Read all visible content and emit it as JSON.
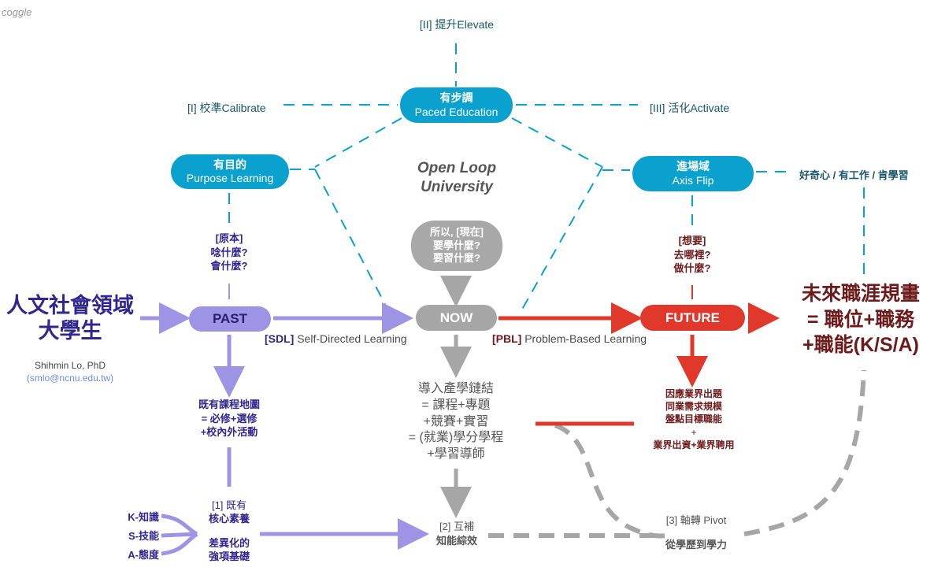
{
  "watermark": "coggle",
  "top": {
    "elevate": "[II] 提升Elevate",
    "calibrate": "[I] 校準Calibrate",
    "activate": "[III] 活化Activate",
    "curiosity": "好奇心 / 有工作 / 肯學習"
  },
  "pills": {
    "paced": {
      "zh": "有步調",
      "en": "Paced Education"
    },
    "purpose": {
      "zh": "有目的",
      "en": "Purpose Learning"
    },
    "axis": {
      "zh": "進場域",
      "en": "Axis Flip"
    }
  },
  "center_title": {
    "line1": "Open Loop",
    "line2": "University"
  },
  "now_bubble": {
    "line1": "所以, [現在]",
    "line2": "要學什麼?",
    "line3": "要習什麼?"
  },
  "past_question": {
    "line1": "[原本]",
    "line2": "唸什麼?",
    "line3": "會什麼?"
  },
  "future_question": {
    "line1": "[想要]",
    "line2": "去哪裡?",
    "line3": "做什麼?"
  },
  "left_title": {
    "line1": "人文社會領域",
    "line2": "大學生"
  },
  "author": {
    "name": "Shihmin Lo, PhD",
    "email": "(smlo@ncnu.edu.tw)"
  },
  "nodes": {
    "past": "PAST",
    "now": "NOW",
    "future": "FUTURE"
  },
  "sdl": {
    "tag": "[SDL]",
    "text": "Self-Directed Learning"
  },
  "pbl": {
    "tag": "[PBL]",
    "text": "Problem-Based Learning"
  },
  "right_title": {
    "line1": "未來職涯規畫",
    "line2": "= 職位+職務",
    "line3": "+職能(K/S/A)"
  },
  "curriculum": {
    "line1": "既有課程地圖",
    "line2": "= 必修+選修",
    "line3": "+校內外活動"
  },
  "industry_link": {
    "line1": "導入產學鏈結",
    "line2": "= 課程+專題",
    "line3": "+競賽+實習",
    "line4": "= (就業)學分學程",
    "line5": "+學習導師"
  },
  "industry_needs": {
    "line1": "因應業界出題",
    "line2": "同業需求規模",
    "line3": "盤點目標職能",
    "line4": "+",
    "line5": "業界出資+業界聘用"
  },
  "ksa": {
    "k": "K-知識",
    "s": "S-技能",
    "a": "A-態度"
  },
  "step1": {
    "line1": "[1] 既有",
    "line2": "核心素養",
    "line3": "差異化的",
    "line4": "強項基礎"
  },
  "step2": {
    "line1": "[2] 互補",
    "line2": "知能綜效"
  },
  "step3": {
    "line1": "[3] 軸轉 Pivot",
    "line2": "從學歷到學力"
  },
  "colors": {
    "blue": "#0aa1cf",
    "purple": "#9d94e6",
    "gray": "#a6a6a6",
    "red": "#e0392b",
    "teal": "#18566c",
    "navy": "#2f2690",
    "maroon": "#6e1a1a"
  }
}
